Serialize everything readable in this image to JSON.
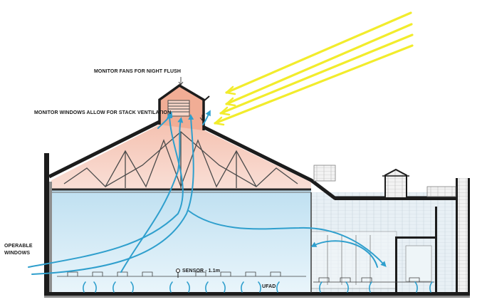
{
  "labels": {
    "monitor_fans": "MONITOR FANS FOR NIGHT FLUSH",
    "monitor_windows": "MONITOR WINDOWS ALLOW FOR STACK VENTILATION",
    "operable_windows_line1": "OPERABLE",
    "operable_windows_line2": "WINDOWS",
    "sensor": "SENSOR - 1.1m",
    "ufad": "UFAD"
  },
  "colors": {
    "sun_rays": "#f2ec2c",
    "warm_air": "#f3b8a3",
    "cool_air": "#bfe0f0",
    "airflow_arrows": "#2f9fcd",
    "structure": "#1c1c1c",
    "masonry": "#9a9a9a"
  },
  "icons": {
    "sun": "sun-rays-icon",
    "airflow": "airflow-arrow-icon",
    "sensor": "sensor-pin-icon"
  }
}
